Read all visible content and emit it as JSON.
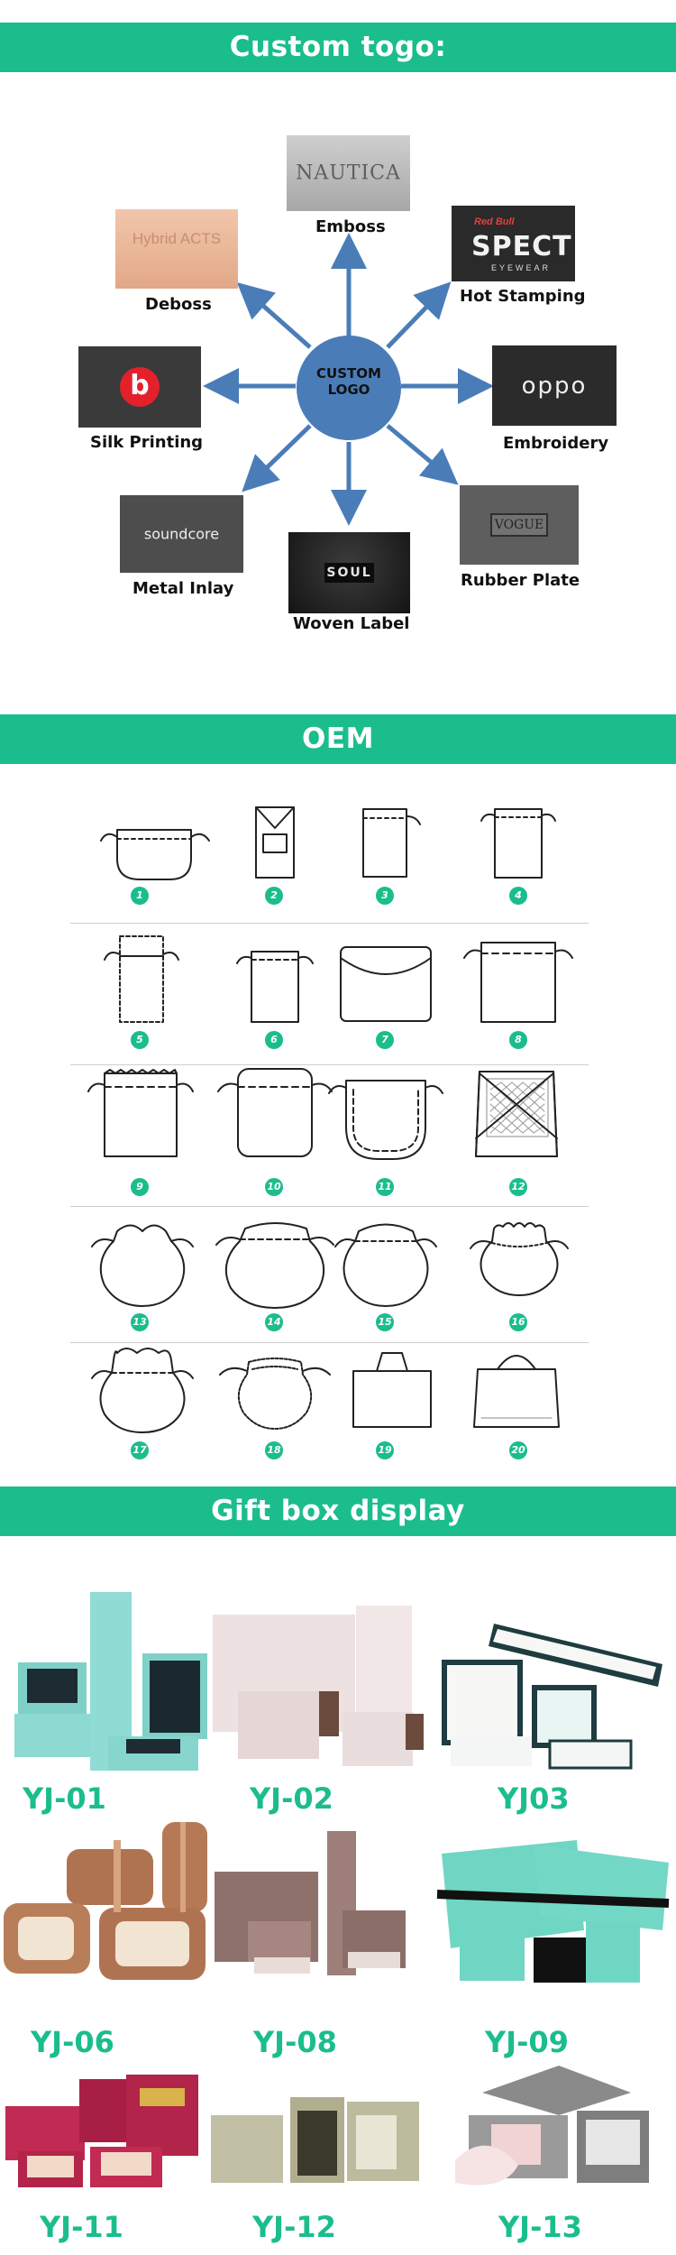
{
  "sections": {
    "custom_logo": "Custom togo:",
    "oem": "OEM",
    "gift_box": "Gift box display"
  },
  "logo_center": {
    "line1": "CUSTOM",
    "line2": "LOGO"
  },
  "techniques": {
    "emboss": {
      "label": "Emboss",
      "sample": "NAUTICA"
    },
    "hot_stamping": {
      "label": "Hot Stamping",
      "sample_top": "Red Bull",
      "sample_main": "SPECT",
      "sample_sub": "EYEWEAR"
    },
    "embroidery": {
      "label": "Embroidery",
      "sample": "oppo"
    },
    "rubber_plate": {
      "label": "Rubber Plate",
      "sample": "VOGUE"
    },
    "woven_label": {
      "label": "Woven Label",
      "sample": "SOUL"
    },
    "metal_inlay": {
      "label": "Metal Inlay",
      "sample": "soundcore"
    },
    "silk_printing": {
      "label": "Silk Printing",
      "sample": "b"
    },
    "deboss": {
      "label": "Deboss",
      "sample": "Hybrid ACTS"
    }
  },
  "oem_numbers": [
    "1",
    "2",
    "3",
    "4",
    "5",
    "6",
    "7",
    "8",
    "9",
    "10",
    "11",
    "12",
    "13",
    "14",
    "15",
    "16",
    "17",
    "18",
    "19",
    "20"
  ],
  "gift_boxes": [
    {
      "code": "YJ-01",
      "color": "#7fd3cc"
    },
    {
      "code": "YJ-02",
      "color": "#e9dcdc"
    },
    {
      "code": "YJ03",
      "color": "#d8f0ec"
    },
    {
      "code": "YJ-06",
      "color": "#b57a55"
    },
    {
      "code": "YJ-08",
      "color": "#9c7f79"
    },
    {
      "code": "YJ-09",
      "color": "#6fd6c4"
    },
    {
      "code": "YJ-11",
      "color": "#b3244a"
    },
    {
      "code": "YJ-12",
      "color": "#b6b394"
    },
    {
      "code": "YJ-13",
      "color": "#8a8a8a"
    }
  ],
  "colors": {
    "accent": "#1bbd8c",
    "diagram_blue": "#4a7db8"
  }
}
